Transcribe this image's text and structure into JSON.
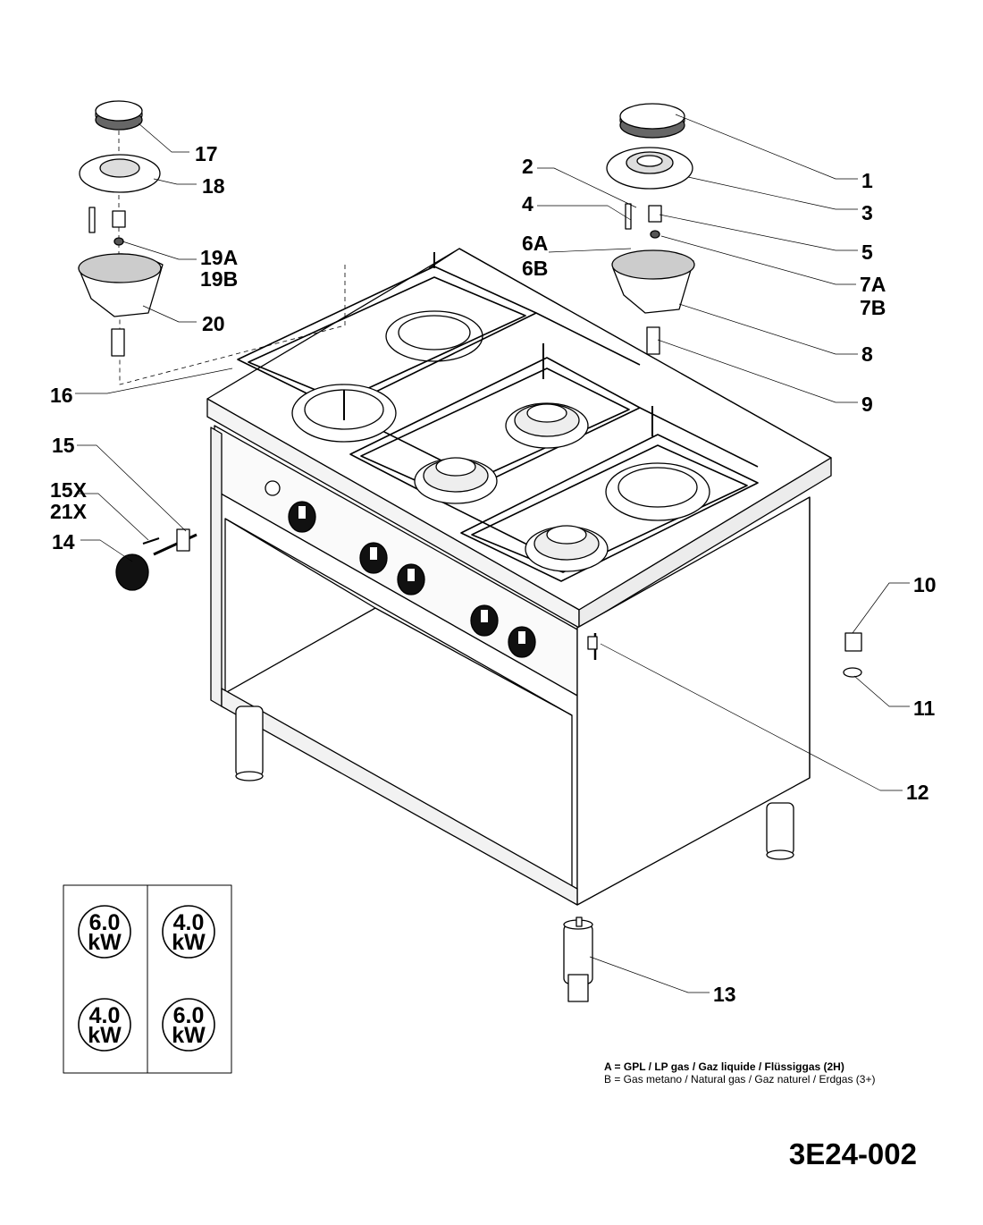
{
  "callouts": {
    "c1": "1",
    "c2": "2",
    "c3": "3",
    "c4": "4",
    "c5": "5",
    "c6a": "6A",
    "c6b": "6B",
    "c7a": "7A",
    "c7b": "7B",
    "c8": "8",
    "c9": "9",
    "c10": "10",
    "c11": "11",
    "c12": "12",
    "c13": "13",
    "c14": "14",
    "c15": "15",
    "c15x": "15X",
    "c21x": "21X",
    "c16": "16",
    "c17": "17",
    "c18": "18",
    "c19a": "19A",
    "c19b": "19B",
    "c20": "20"
  },
  "power_table": {
    "tl": [
      "6.0",
      "kW"
    ],
    "tr": [
      "4.0",
      "kW"
    ],
    "bl": [
      "4.0",
      "kW"
    ],
    "br": [
      "6.0",
      "kW"
    ]
  },
  "legend": {
    "a": "A = GPL / LP gas / Gaz liquide / Flüssiggas (2H)",
    "b": "B = Gas metano / Natural gas / Gaz naturel / Erdgas (3+)"
  },
  "drawing_code": "3E24-002"
}
